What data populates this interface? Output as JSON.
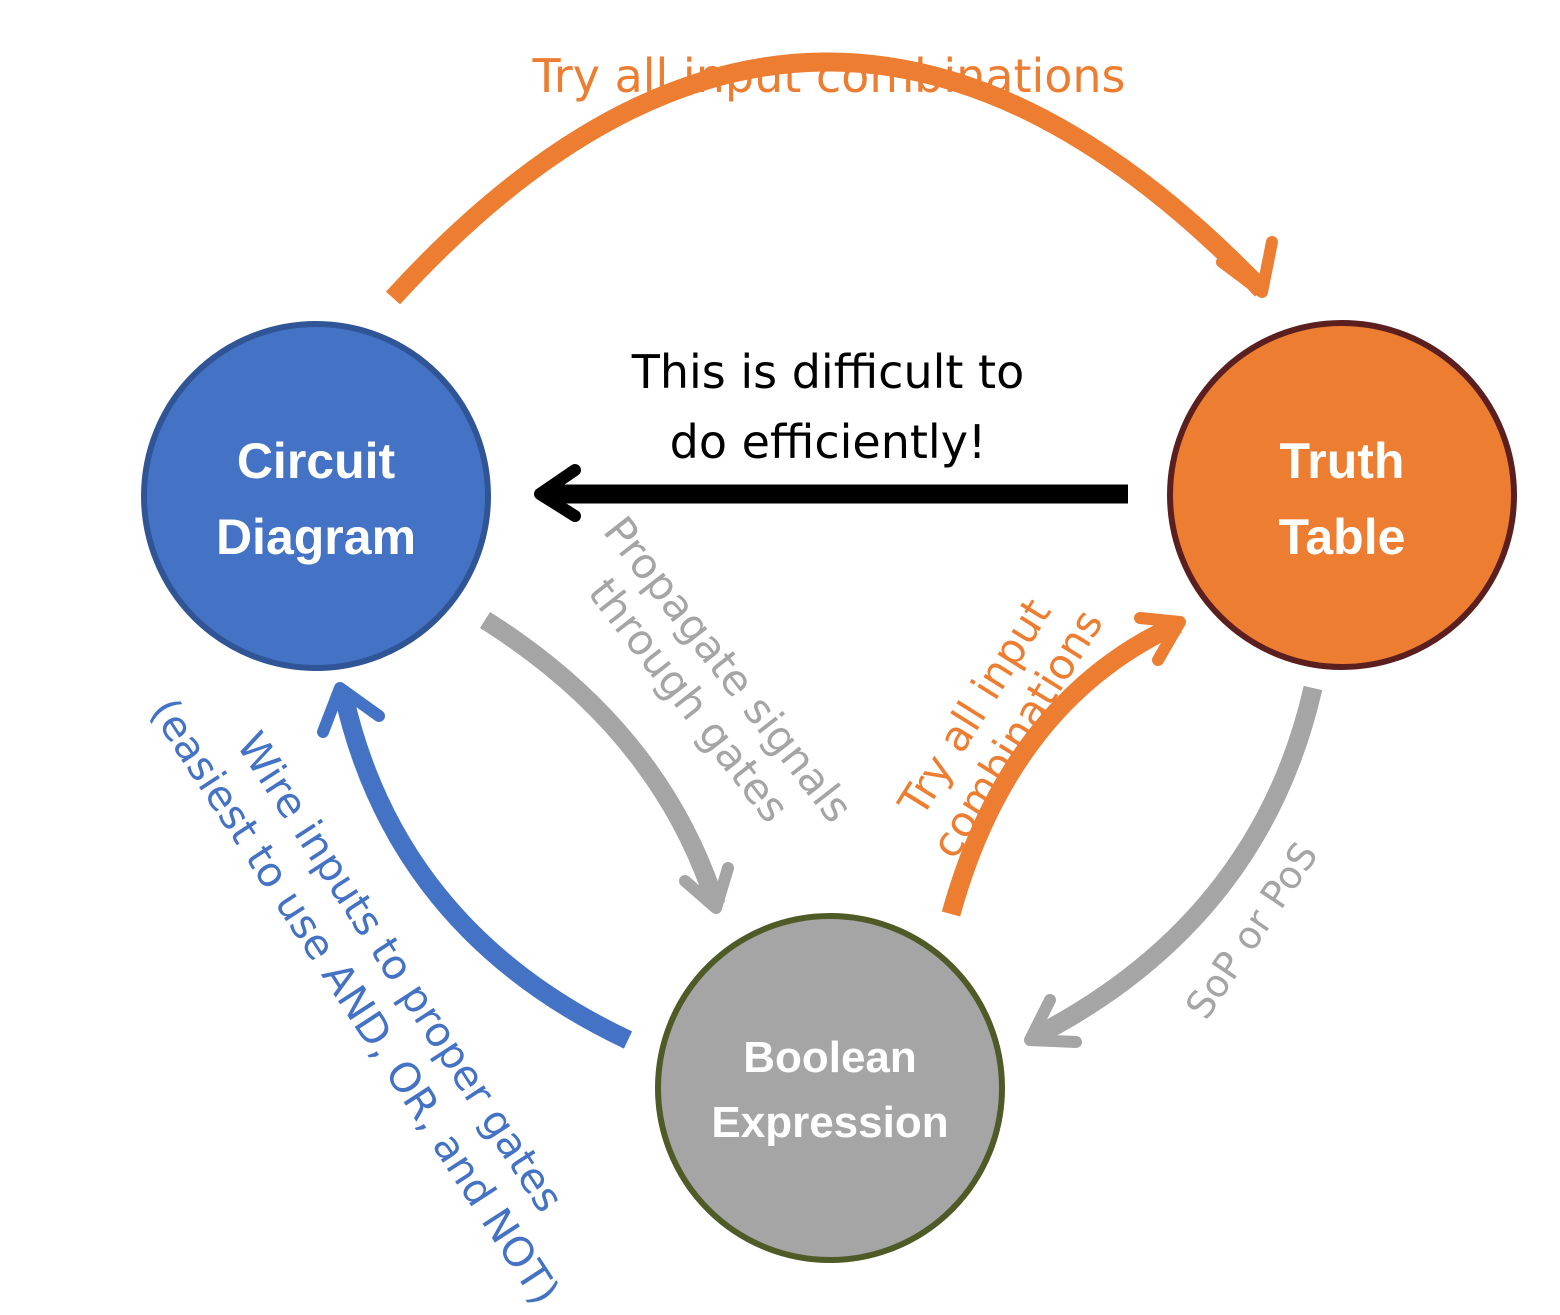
{
  "colors": {
    "circuit_fill": "#4472C4",
    "circuit_stroke": "#2F5597",
    "truth_fill": "#ED7D31",
    "truth_stroke": "#5C1F1F",
    "boolean_fill": "#A5A5A5",
    "boolean_stroke": "#4E5B27",
    "orange": "#ED7D31",
    "gray": "#A5A5A5",
    "blue": "#4472C4",
    "black": "#000000"
  },
  "nodes": {
    "circuit": {
      "line1": "Circuit",
      "line2": "Diagram"
    },
    "truth": {
      "line1": "Truth",
      "line2": "Table"
    },
    "boolean": {
      "line1": "Boolean",
      "line2": "Expression"
    }
  },
  "edges": {
    "top": {
      "label": "Try all input combinations"
    },
    "middle": {
      "line1": "This is difficult to",
      "line2": "do efficiently!"
    },
    "propagate": {
      "line1": "Propagate signals",
      "line2": "through gates"
    },
    "try_right": {
      "line1": "Try all input",
      "line2": "combinations"
    },
    "sop": {
      "label": "SoP or PoS"
    },
    "wire": {
      "line1": "Wire inputs to proper  gates",
      "line2": "(easiest to use AND, OR, and NOT)"
    }
  }
}
